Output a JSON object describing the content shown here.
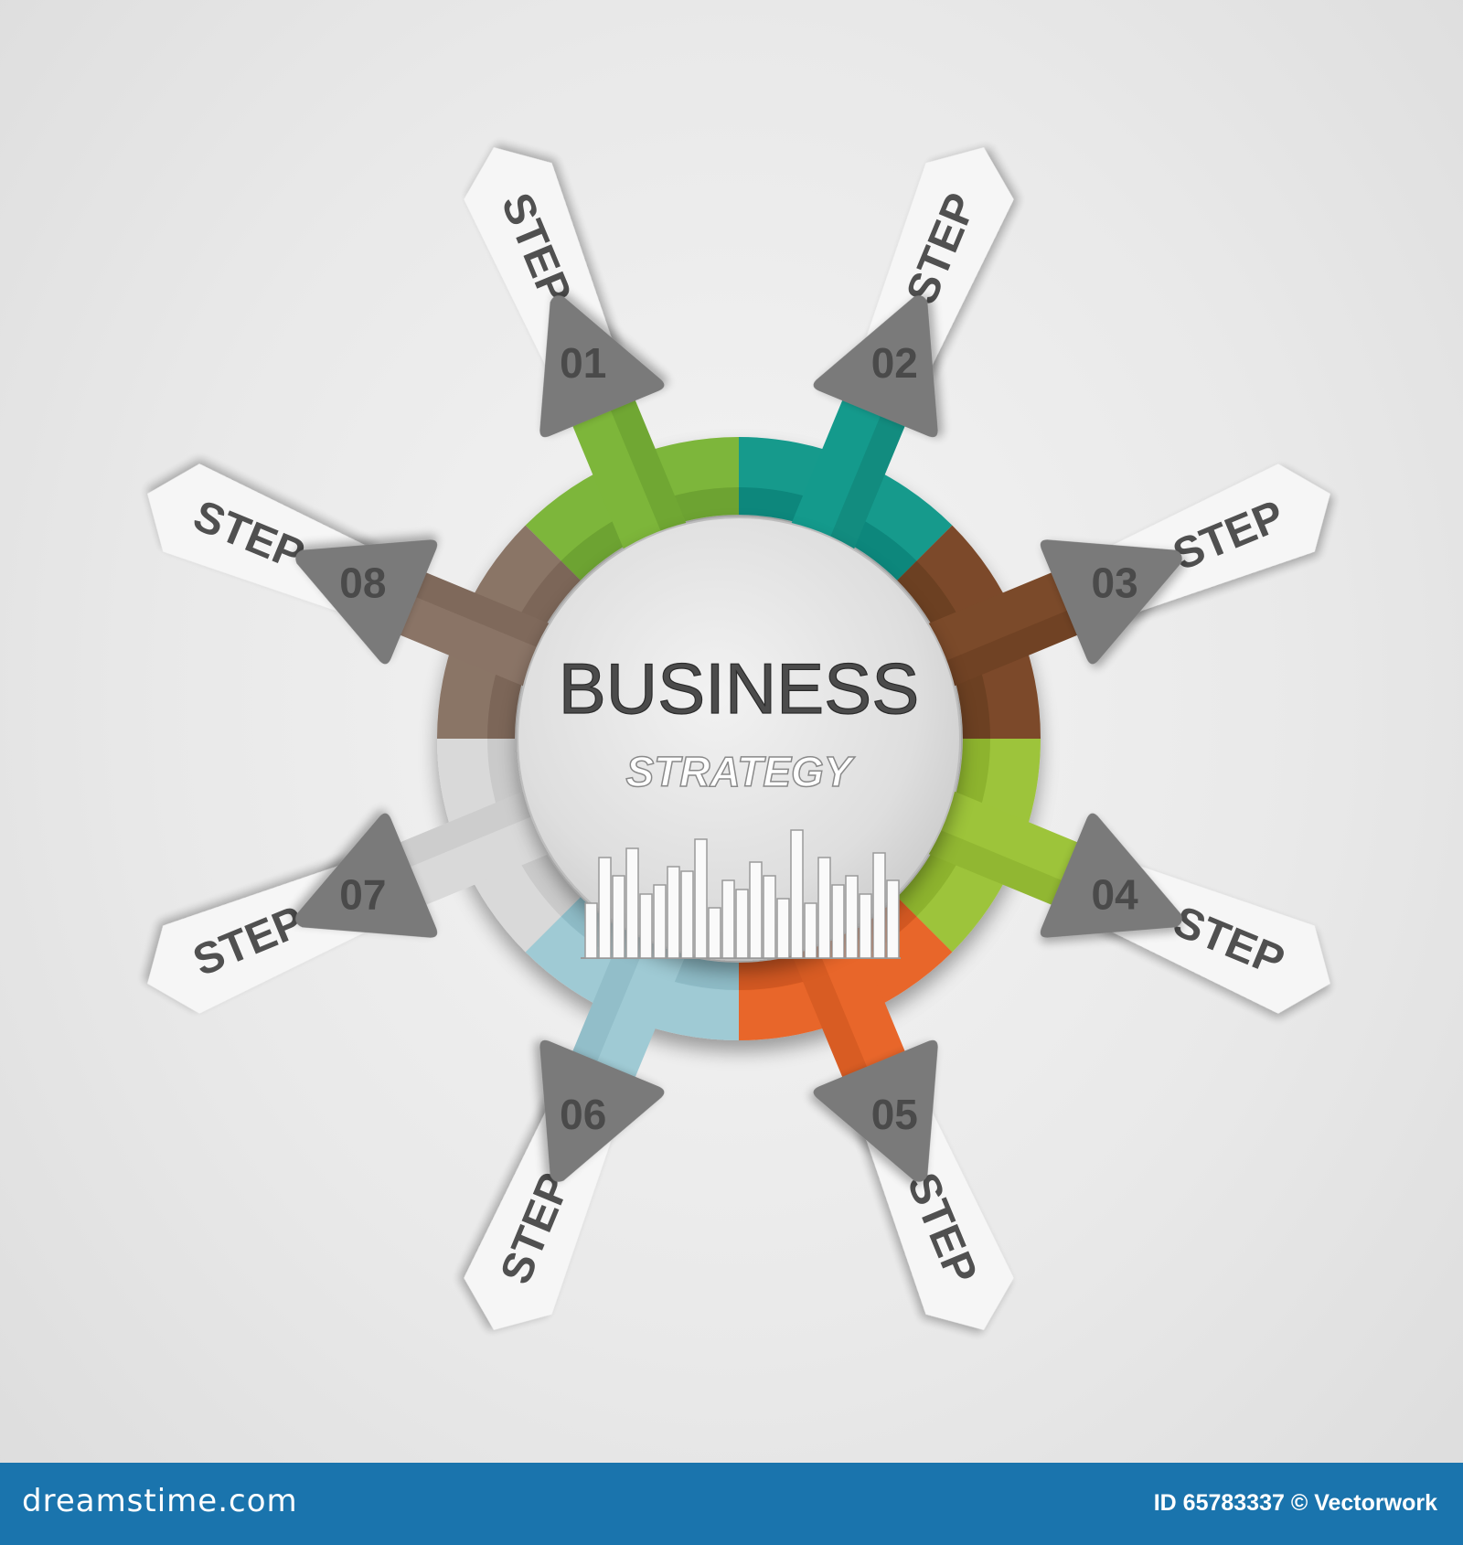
{
  "diagram": {
    "title": "BUSINESS",
    "subtitle": "STRATEGY",
    "steps": [
      {
        "number": "01",
        "label": "STEP",
        "color": "#7db63a",
        "dark": "#5a8c27"
      },
      {
        "number": "02",
        "label": "STEP",
        "color": "#149a8c",
        "dark": "#0d7268"
      },
      {
        "number": "03",
        "label": "STEP",
        "color": "#7b4a2a",
        "dark": "#5b3519"
      },
      {
        "number": "04",
        "label": "STEP",
        "color": "#9dc43a",
        "dark": "#7aa024"
      },
      {
        "number": "05",
        "label": "STEP",
        "color": "#e8662a",
        "dark": "#b94a18"
      },
      {
        "number": "06",
        "label": "STEP",
        "color": "#9fcad4",
        "dark": "#7aa9b5"
      },
      {
        "number": "07",
        "label": "STEP",
        "color": "#d9d9d9",
        "dark": "#b8b8b8"
      },
      {
        "number": "08",
        "label": "STEP",
        "color": "#8a7466",
        "dark": "#6a5749"
      }
    ],
    "arrow_head_color": "#7a7a7a",
    "number_color": "#4a4a4a"
  },
  "footer": {
    "brand": "dreamstime.com",
    "credit": "ID 65783337 © Vectorwork"
  }
}
